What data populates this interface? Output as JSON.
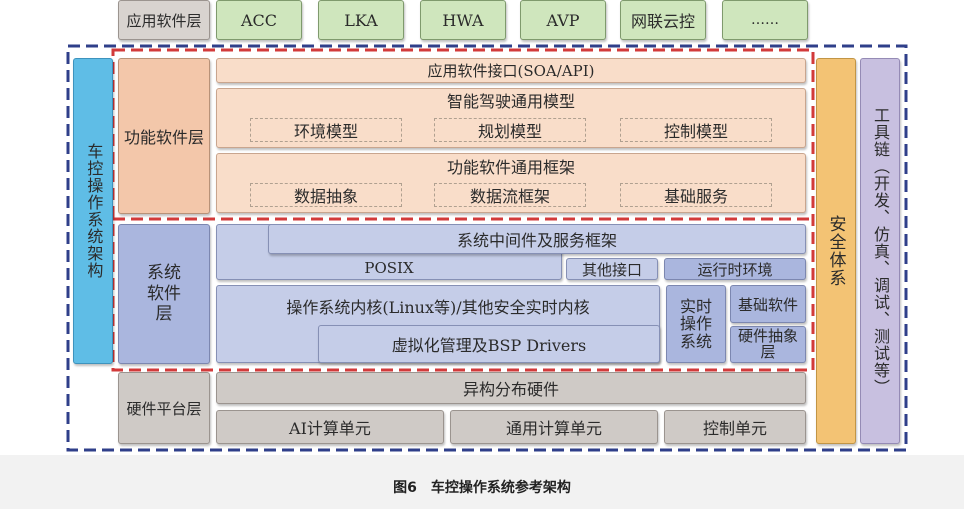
{
  "top_apps": {
    "layer_label": "应用软件层",
    "items": [
      "ACC",
      "LKA",
      "HWA",
      "AVP",
      "网联云控",
      "……"
    ]
  },
  "left_column": {
    "label": "车控操作系统架构"
  },
  "function_layer": {
    "label": "功能软件层",
    "api": "应用软件接口(SOA/API)",
    "model_title": "智能驾驶通用模型",
    "models": [
      "环境模型",
      "规划模型",
      "控制模型"
    ],
    "framework_title": "功能软件通用框架",
    "frameworks": [
      "数据抽象",
      "数据流框架",
      "基础服务"
    ]
  },
  "system_layer": {
    "label": "系统软件层",
    "middleware": "系统中间件及服务框架",
    "posix": "POSIX",
    "other_interface": "其他接口",
    "runtime": "运行时环境",
    "kernel": "操作系统内核(Linux等)/其他安全实时内核",
    "virtualization": "虚拟化管理及BSP Drivers",
    "rtos": "实时操作系统",
    "base_software": "基础软件",
    "hal": "硬件抽象层"
  },
  "hardware_layer": {
    "label": "硬件平台层",
    "hetero": "异构分布硬件",
    "units": [
      "AI计算单元",
      "通用计算单元",
      "控制单元"
    ]
  },
  "right_columns": {
    "safety": "安全体系",
    "toolchain": "工具链（开发、仿真、调试、测试等）"
  },
  "caption": "图6　车控操作系统参考架构",
  "colors": {
    "app_green": "#cfe6bd",
    "function_peach": "#f9ddc9",
    "system_lavender": "#c5cde8",
    "hardware_gray": "#cfcac6",
    "left_blue": "#5fbde6",
    "safety_orange": "#f3c374",
    "toolchain_purple": "#c8c0e0",
    "dash_red": "#d23a3a",
    "dash_navy": "#2f3f8a"
  }
}
